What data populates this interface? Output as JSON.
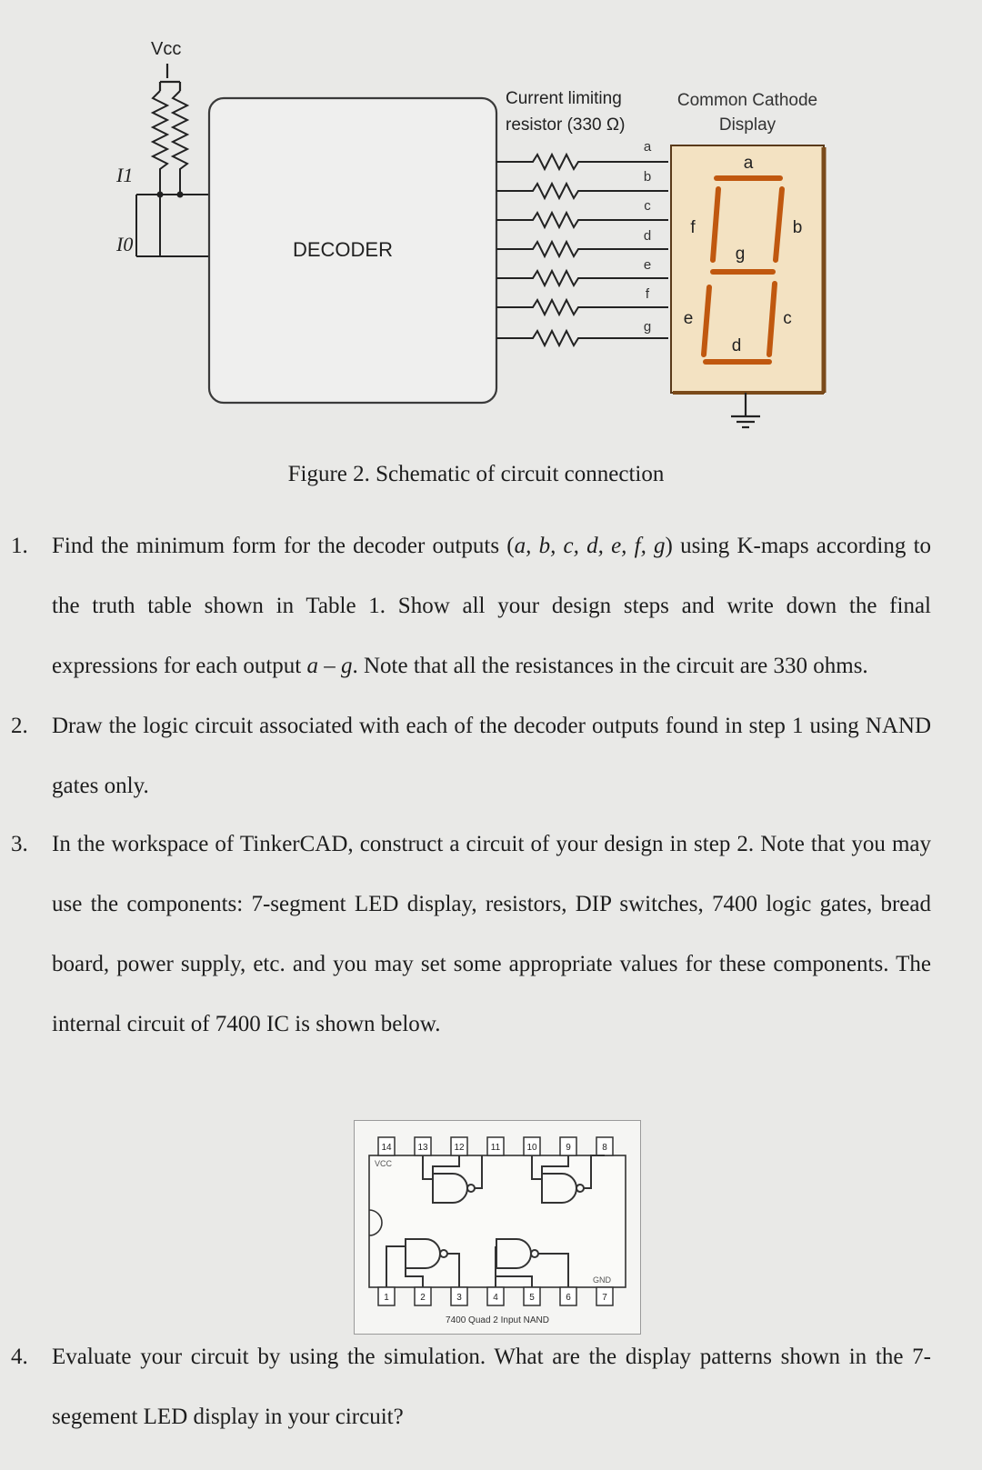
{
  "figure": {
    "vcc_label": "Vcc",
    "input_labels": [
      "I1",
      "I0"
    ],
    "decoder_label": "DECODER",
    "resistor_label_line1": "Current limiting",
    "resistor_label_line2": "resistor (330 Ω)",
    "display_label_line1": "Common Cathode",
    "display_label_line2": "Display",
    "output_pins": [
      "a",
      "b",
      "c",
      "d",
      "e",
      "f",
      "g"
    ],
    "segment_labels": [
      "a",
      "b",
      "c",
      "d",
      "e",
      "f",
      "g"
    ],
    "segment_color": "#c0580f",
    "display_face_color": "#f3e2c2",
    "caption": "Figure 2. Schematic of circuit connection"
  },
  "steps": [
    {
      "number": "1.",
      "parts": [
        "Find the minimum form for the decoder outputs (",
        "a, b, c, d, e, f, g",
        ") using K-maps according to the truth table shown in Table 1. Show all your design steps and write down the final expressions for each output ",
        "a – g",
        ". Note that all the resistances in the circuit are 330 ohms."
      ]
    },
    {
      "number": "2.",
      "text": "Draw the logic circuit associated with each of the decoder outputs found in step 1 using NAND gates only."
    },
    {
      "number": "3.",
      "text": "In the workspace of TinkerCAD, construct a circuit of your design in step 2. Note that you may use the components: 7-segment LED display, resistors, DIP switches, 7400 logic gates, bread board, power supply, etc. and you may set some appropriate values for these components. The internal circuit of 7400 IC is shown below."
    },
    {
      "number": "4.",
      "text": "Evaluate your circuit by using the simulation. What are the display patterns shown in the 7-segement LED display in your circuit?"
    }
  ],
  "ic": {
    "top_pins": [
      "14",
      "13",
      "12",
      "11",
      "10",
      "9",
      "8"
    ],
    "bottom_pins": [
      "1",
      "2",
      "3",
      "4",
      "5",
      "6",
      "7"
    ],
    "vcc_label": "VCC",
    "gnd_label": "GND",
    "caption": "7400 Quad 2 Input NAND"
  }
}
